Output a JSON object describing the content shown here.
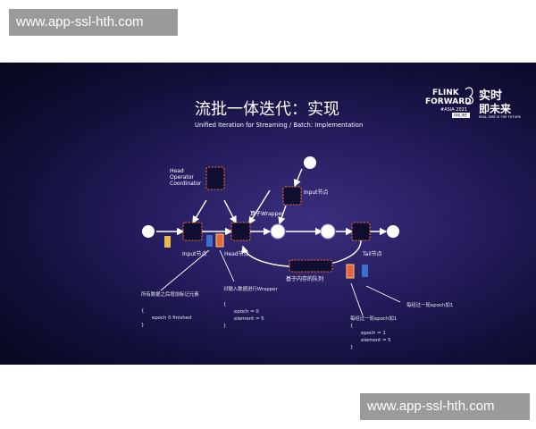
{
  "watermark": {
    "top": "www.app-ssl-hth.com",
    "bottom": "www.app-ssl-hth.com"
  },
  "slide": {
    "title_cn": "流批一体迭代：实现",
    "title_en": "Unified Iteration for Streaming / Batch: Implementation"
  },
  "logo": {
    "line1": "FLINK",
    "line2": "FORWARD",
    "line3": "#ASIA 2021",
    "badge": "ONLINE",
    "cn1": "实时",
    "cn2": "即未来",
    "tagline": "REAL-TIME IS THE FUTURE"
  },
  "diagram": {
    "head_coordinator": [
      "Head",
      "Operator",
      "Coordinator"
    ],
    "input_top": "Input节点",
    "wrapper": "算子Wrapper",
    "input_bottom": "Input节点",
    "head_node": "Head节点",
    "tail_node": "Tail节点",
    "queue": "基于内存的队列",
    "note1": {
      "title": "所有数据之后增加标记元素",
      "lines": [
        "{",
        "epoch 0 finished",
        "}"
      ]
    },
    "note2": {
      "title": "对输入数据进行Wrapper",
      "lines": [
        "{",
        "epoch = 0",
        "element = 5",
        "}"
      ]
    },
    "note3": {
      "title": "每经过一轮epoch加1",
      "lines": [
        "{",
        "epoch = 1",
        "element = 5",
        "}"
      ]
    },
    "note4": "每经过一轮epoch加1"
  },
  "colors": {
    "node_border": "#e8643c",
    "white_node": "#ffffff",
    "token_yellow": "#e7b84a",
    "token_blue": "#3b6fd0",
    "token_orange": "#e8643c"
  }
}
